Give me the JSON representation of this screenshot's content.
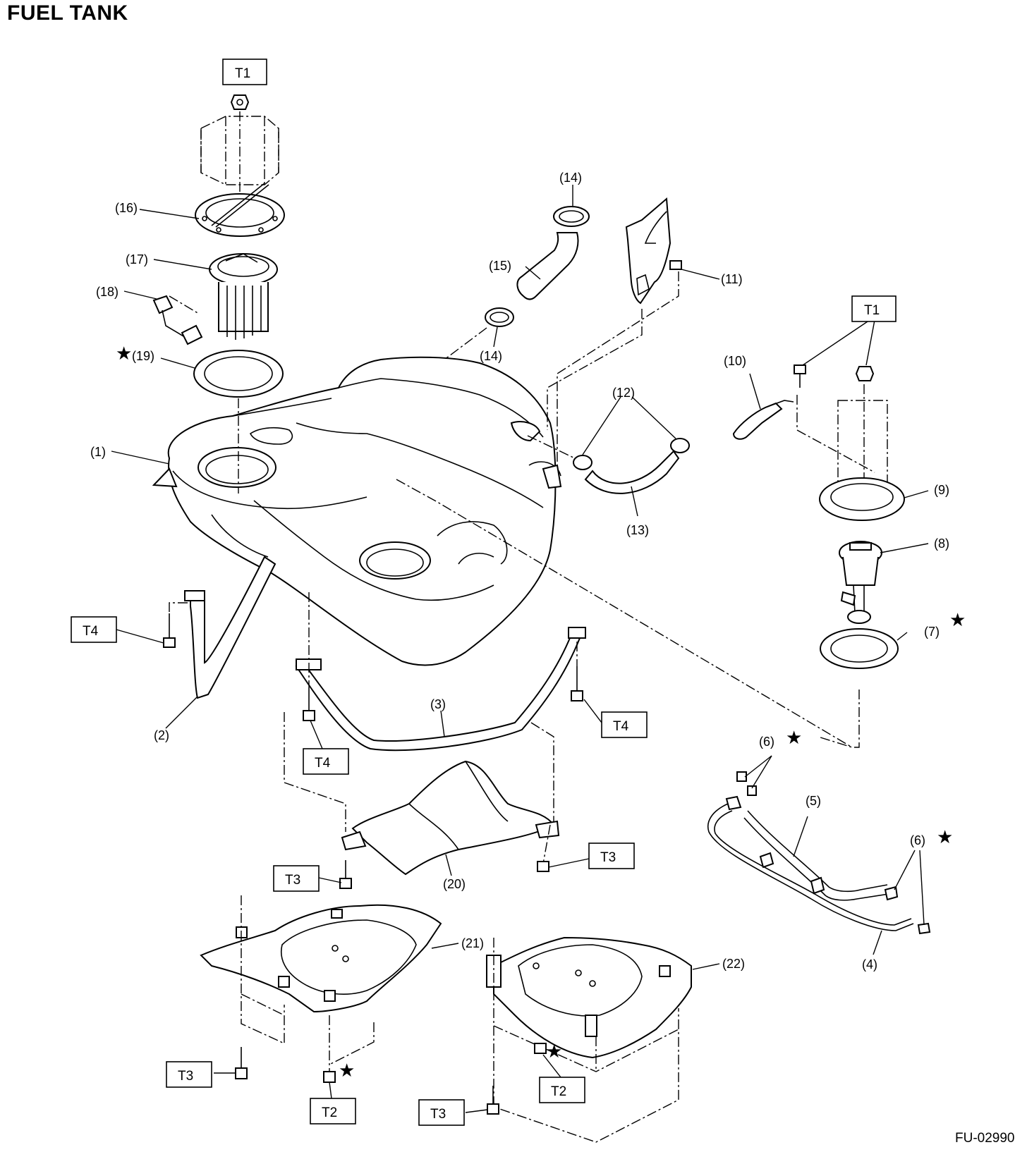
{
  "title": "FUEL TANK",
  "figure_id": "FU-02990",
  "callouts": {
    "p1": "(1)",
    "p2": "(2)",
    "p3": "(3)",
    "p4": "(4)",
    "p5": "(5)",
    "p6a": "(6)",
    "p6b": "(6)",
    "p7": "(7)",
    "p8": "(8)",
    "p9": "(9)",
    "p10": "(10)",
    "p11": "(11)",
    "p12": "(12)",
    "p13": "(13)",
    "p14a": "(14)",
    "p14b": "(14)",
    "p15": "(15)",
    "p16": "(16)",
    "p17": "(17)",
    "p18": "(18)",
    "p19": "(19)",
    "p20": "(20)",
    "p21": "(21)",
    "p22": "(22)"
  },
  "torque": {
    "t1": "T1",
    "t2": "T2",
    "t3": "T3",
    "t4": "T4"
  },
  "star": "★"
}
